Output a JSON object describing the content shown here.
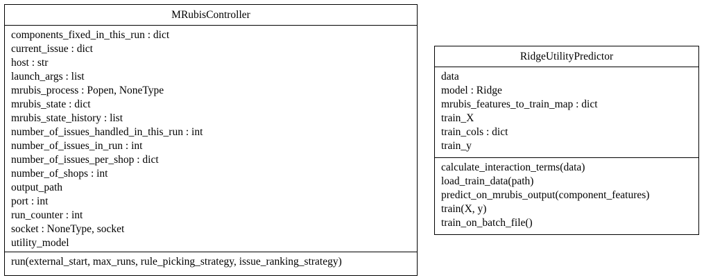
{
  "classes": {
    "controller": {
      "name": "MRubisController",
      "attributes": [
        "components_fixed_in_this_run : dict",
        "current_issue : dict",
        "host : str",
        "launch_args : list",
        "mrubis_process : Popen, NoneType",
        "mrubis_state : dict",
        "mrubis_state_history : list",
        "number_of_issues_handled_in_this_run : int",
        "number_of_issues_in_run : int",
        "number_of_issues_per_shop : dict",
        "number_of_shops : int",
        "output_path",
        "port : int",
        "run_counter : int",
        "socket : NoneType, socket",
        "utility_model"
      ],
      "methods": [
        "run(external_start, max_runs, rule_picking_strategy, issue_ranking_strategy)"
      ]
    },
    "predictor": {
      "name": "RidgeUtilityPredictor",
      "attributes": [
        "data",
        "model : Ridge",
        "mrubis_features_to_train_map : dict",
        "train_X",
        "train_cols : dict",
        "train_y"
      ],
      "methods": [
        "calculate_interaction_terms(data)",
        "load_train_data(path)",
        "predict_on_mrubis_output(component_features)",
        "train(X, y)",
        "train_on_batch_file()"
      ]
    }
  }
}
